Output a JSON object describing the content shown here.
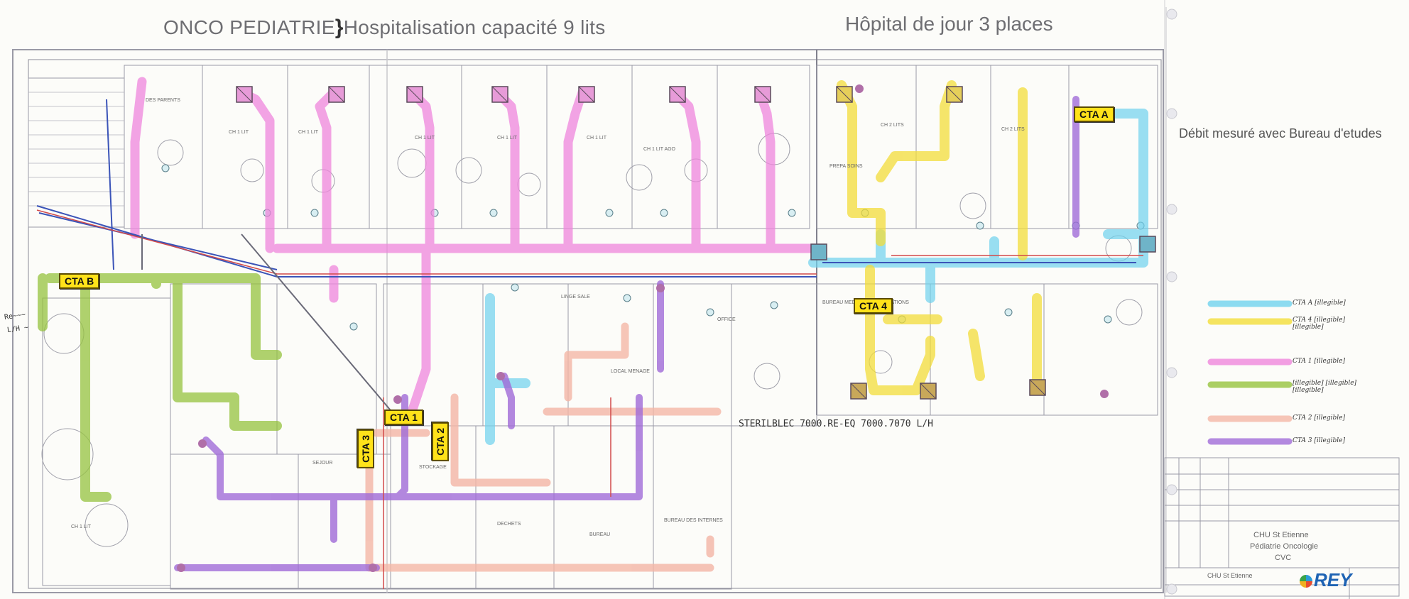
{
  "title_left": "ONCO PEDIATRIE",
  "title_sub": "Hospitalisation  capacité 9 lits",
  "title_right": "Hôpital de jour 3 places",
  "note": "Débit mesuré avec Bureau d'etudes",
  "units": [
    "CTA A",
    "CTA B",
    "CTA 1",
    "CTA 2",
    "CTA 3",
    "CTA 4"
  ],
  "handwritten_steri": "STERILBLEC 7000.RE-EQ 7000.7070 L/H",
  "handwritten_left": [
    "Re~~~",
    "L/H ~"
  ],
  "legend": [
    {
      "color": "#6fd2ee",
      "text_a": "CTA A",
      "text_b": "[illegible]",
      "text_c": ""
    },
    {
      "color": "#f3dd3a",
      "text_a": "CTA 4",
      "text_b": "[illegible]",
      "text_c": "[illegible]"
    },
    {
      "color": "#ef86dc",
      "text_a": "CTA 1",
      "text_b": "[illegible]",
      "text_c": ""
    },
    {
      "color": "#96c33f",
      "text_a": "[illegible]",
      "text_b": "[illegible]",
      "text_c": "[illegible]"
    },
    {
      "color": "#f4b6a6",
      "text_a": "CTA 2",
      "text_b": "[illegible]",
      "text_c": ""
    },
    {
      "color": "#a06bd8",
      "text_a": "CTA 3",
      "text_b": "[illegible]",
      "text_c": ""
    }
  ],
  "title_block": {
    "lines": [
      "CHU St Etienne",
      "Pédiatrie Oncologie",
      "CVC"
    ],
    "bottom": "CHU St Etienne",
    "logo": "REY"
  },
  "rooms": [
    "DES PARENTS",
    "CH 1 LIT",
    "CH 1 LIT",
    "CH 1 LIT",
    "CH 1 LIT",
    "CH 1 LIT",
    "CH 1 LIT AGO",
    "CH 2 LITS",
    "CH 2 LITS",
    "PREPA SOINS",
    "LINGE SALE",
    "LOCAL MENAGE",
    "BUREAU MEDICAL CONSULTATIONS",
    "BUREAU DES INTERNES",
    "OFFICE",
    "SEJOUR",
    "STOCKAGE",
    "DECHETS",
    "BUREAU",
    "CH 1 LIT"
  ],
  "colors": {
    "cyan": "#6fd2ee",
    "yellow": "#f3dd3a",
    "pink": "#ef86dc",
    "green": "#96c33f",
    "salmon": "#f4b6a6",
    "purple": "#a06bd8",
    "ink": "#3a3a55",
    "tag": "#ffe21a"
  }
}
